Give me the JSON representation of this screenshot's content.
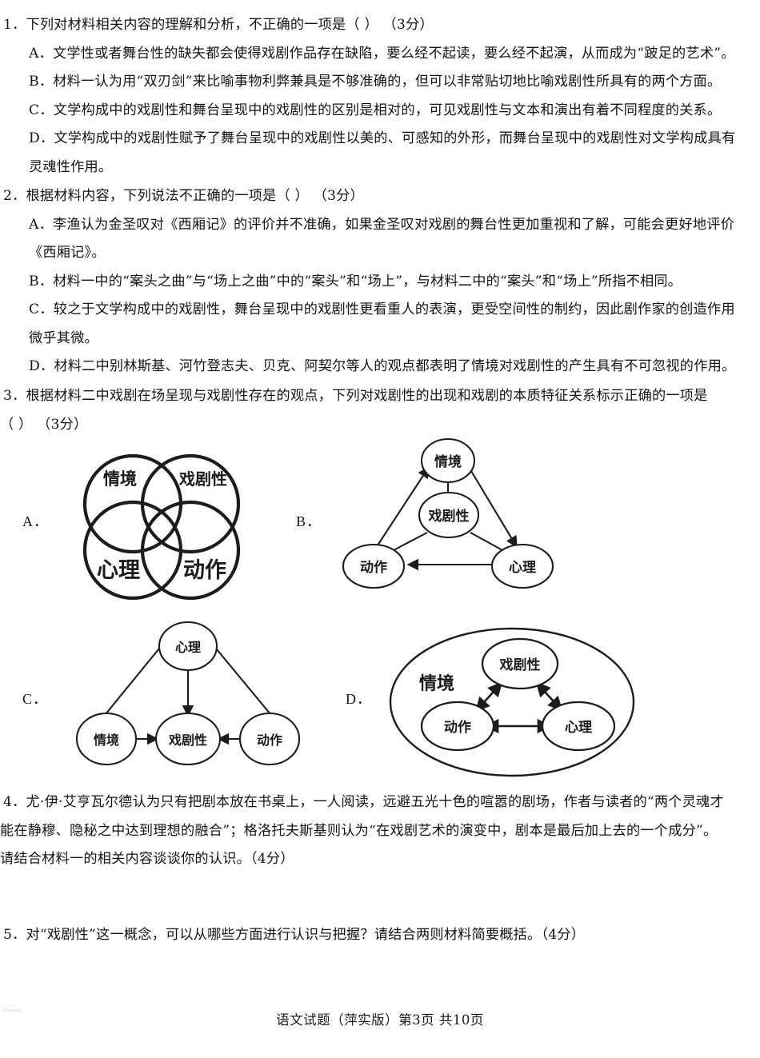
{
  "document": {
    "footer": "语文试题（萍实版）第3页 共10页"
  },
  "questions": [
    {
      "number": "1",
      "stem": "1．下列对材料相关内容的理解和分析，不正确的一项是（  ）  （3分）",
      "options": [
        {
          "label": "A",
          "lines": [
            "A．文学性或者舞台性的缺失都会使得戏剧作品存在缺陷，要么经不起读，要么经不起演，从而成为“跛足的艺术”。"
          ]
        },
        {
          "label": "B",
          "lines": [
            "B．材料一认为用“双刃剑”来比喻事物利弊兼具是不够准确的，但可以非常贴切地比喻戏剧性所具有的两个方面。"
          ]
        },
        {
          "label": "C",
          "lines": [
            "C．文学构成中的戏剧性和舞台呈现中的戏剧性的区别是相对的，可见戏剧性与文本和演出有着不同程度的关系。"
          ]
        },
        {
          "label": "D",
          "lines": [
            "D．文学构成中的戏剧性赋予了舞台呈现中的戏剧性以美的、可感知的外形，而舞台呈现中的戏剧性对文学构成具有",
            "灵魂性作用。"
          ]
        }
      ]
    },
    {
      "number": "2",
      "stem": "2．根据材料内容，下列说法不正确的一项是（  ）  （3分）",
      "options": [
        {
          "label": "A",
          "lines": [
            "A．李渔认为金圣叹对《西厢记》的评价并不准确，如果金圣叹对戏剧的舞台性更加重视和了解，可能会更好地评价",
            "《西厢记》。"
          ]
        },
        {
          "label": "B",
          "lines": [
            "B．材料一中的“案头之曲”与“场上之曲”中的“案头”和“场上”，与材料二中的“案头”和“场上”所指不相同。"
          ]
        },
        {
          "label": "C",
          "lines": [
            "C．较之于文学构成中的戏剧性，舞台呈现中的戏剧性更看重人的表演，更受空间性的制约，因此剧作家的创造作用",
            "微乎其微。"
          ]
        },
        {
          "label": "D",
          "lines": [
            "D．材料二中别林斯基、河竹登志夫、贝克、阿契尔等人的观点都表明了情境对戏剧性的产生具有不可忽视的作用。"
          ]
        }
      ]
    },
    {
      "number": "3",
      "stem_lines": [
        "3．根据材料二中戏剧在场呈现与戏剧性存在的观点，下列对戏剧性的出现和戏剧的本质特征关系标示正确的一项是",
        "（  ）  （3分）"
      ]
    },
    {
      "number": "4",
      "lines": [
        "4．尤·伊·艾亨瓦尔德认为只有把剧本放在书桌上，一人阅读，远避五光十色的喧嚣的剧场，作者与读者的“两个灵魂才",
        "能在静穆、隐秘之中达到理想的融合”；格洛托夫斯基则认为“在戏剧艺术的演变中，剧本是最后加上去的一个成分”。",
        "请结合材料一的相关内容谈谈你的认识。（4分）"
      ]
    },
    {
      "number": "5",
      "lines": [
        "5．对“戏剧性”这一概念，可以从哪些方面进行认识与把握？请结合两则材料简要概括。（4分）"
      ]
    }
  ],
  "choices": {
    "A": {
      "label": "A．",
      "type": "venn-four-circles",
      "nodes": [
        "情境",
        "戏剧性",
        "心理",
        "动作"
      ]
    },
    "B": {
      "label": "B．",
      "type": "triangle-with-center",
      "nodes": {
        "top": "情境",
        "center": "戏剧性",
        "bottom_left": "动作",
        "bottom_right": "心理"
      },
      "arrows": [
        "动作→情境",
        "情境→心理",
        "心理→动作"
      ]
    },
    "C": {
      "label": "C．",
      "type": "converging",
      "nodes": {
        "top": "心理",
        "bottom_left": "情境",
        "bottom_center": "戏剧性",
        "bottom_right": "动作"
      },
      "arrows": [
        "心理→戏剧性",
        "情境→戏剧性",
        "动作→戏剧性"
      ]
    },
    "D": {
      "label": "D．",
      "type": "enclosing-ellipse",
      "nodes": {
        "outer": "情境",
        "top": "戏剧性",
        "bottom_left": "动作",
        "bottom_right": "心理"
      },
      "arrows": [
        "动作↔戏剧性",
        "戏剧性↔心理",
        "动作↔心理"
      ]
    }
  }
}
